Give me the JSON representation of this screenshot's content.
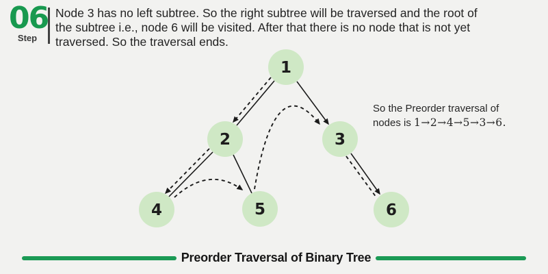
{
  "step": {
    "number": "06",
    "label": "Step"
  },
  "description_lines": [
    "Node 3 has no left subtree. So the right subtree will be traversed and the root of",
    "the subtree i.e., node 6 will be visited. After that there is no node that is not yet",
    "traversed. So the traversal ends."
  ],
  "tree": {
    "nodes": [
      {
        "label": "1"
      },
      {
        "label": "2"
      },
      {
        "label": "3"
      },
      {
        "label": "4"
      },
      {
        "label": "5"
      },
      {
        "label": "6"
      }
    ],
    "edges": [
      [
        "1",
        "2"
      ],
      [
        "1",
        "3"
      ],
      [
        "2",
        "4"
      ],
      [
        "2",
        "5"
      ],
      [
        "3",
        "6"
      ]
    ],
    "traversal_order": [
      "1",
      "2",
      "4",
      "5",
      "3",
      "6"
    ]
  },
  "side_note": {
    "line1": "So the Preorder traversal of",
    "line2_prefix": "nodes is ",
    "sequence": "1→2→4→5→3→6."
  },
  "footer": {
    "title": "Preorder Traversal of Binary Tree"
  },
  "colors": {
    "accent_green": "#18994f",
    "node_fill": "#cfe8c5",
    "ink": "#202020",
    "background": "#f2f2f0"
  }
}
